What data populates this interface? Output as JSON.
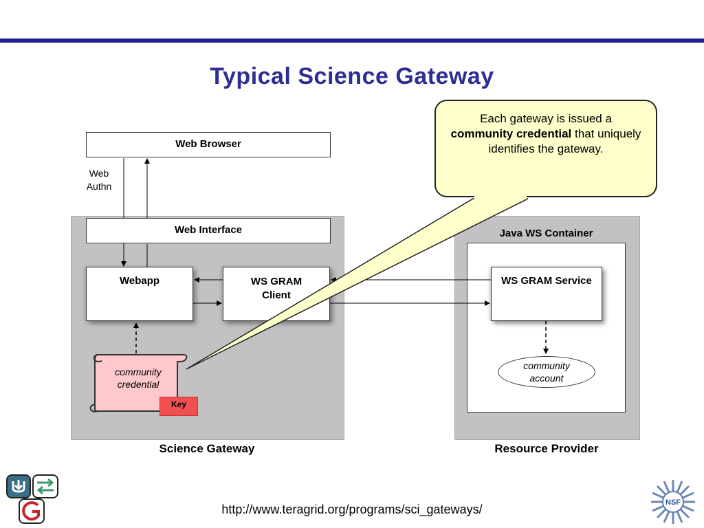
{
  "slide": {
    "title": "Typical Science Gateway",
    "url": "http://www.teragrid.org/programs/sci_gateways/"
  },
  "callout": {
    "text_before": "Each gateway is issued a",
    "text_bold": "community credential",
    "text_after": "that uniquely identifies the gateway."
  },
  "nodes": {
    "web_browser": "Web Browser",
    "web_authn_line1": "Web",
    "web_authn_line2": "Authn",
    "web_interface": "Web Interface",
    "webapp": "Webapp",
    "ws_gram_client_line1": "WS GRAM",
    "ws_gram_client_line2": "Client",
    "java_ws_container": "Java WS Container",
    "ws_gram_service": "WS GRAM Service",
    "community_credential_line1": "community",
    "community_credential_line2": "credential",
    "key": "Key",
    "community_account_line1": "community",
    "community_account_line2": "account"
  },
  "panels": {
    "science_gateway": "Science Gateway",
    "resource_provider": "Resource Provider"
  },
  "logos": [
    "teragrid-logo",
    "nsf-logo"
  ]
}
